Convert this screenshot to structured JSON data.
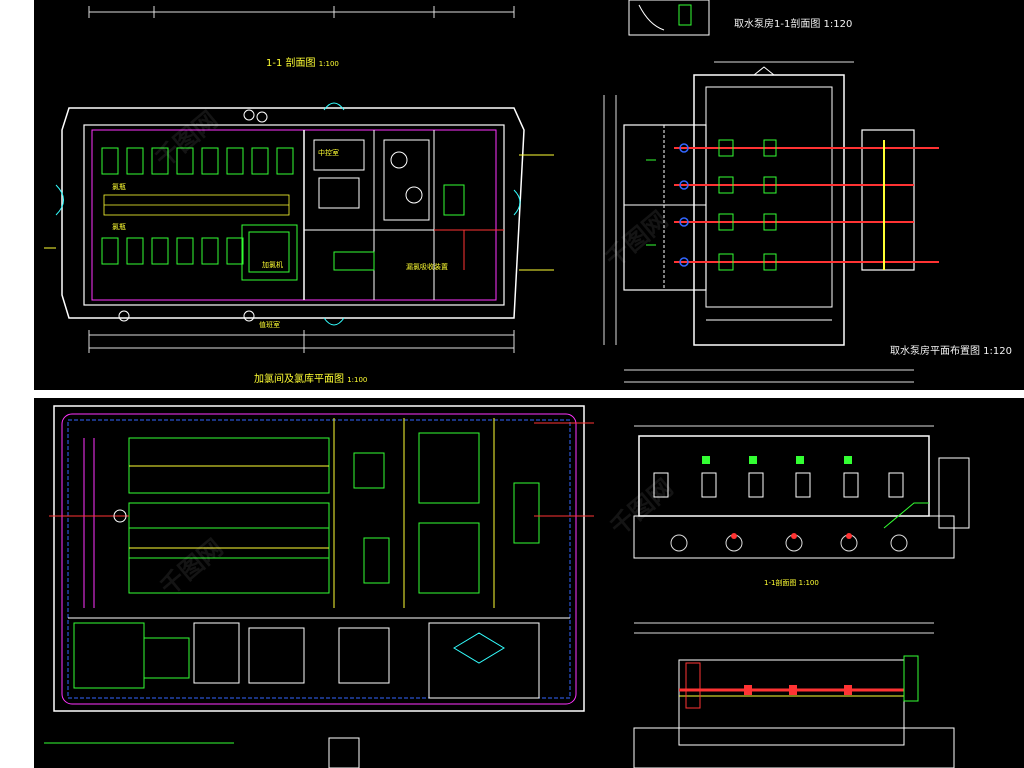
{
  "titles": {
    "section_1_1": "1-1 剖面图",
    "section_1_1_scale": "1:100",
    "chlorination_plan": "加氯间及氯库平面图",
    "chlorination_plan_scale": "1:100",
    "pump_section": "取水泵房1-1剖面图 1:120",
    "pump_plan": "取水泵房平面布置图 1:120",
    "pump_section_small": "1-1剖面图 1:100"
  },
  "labels": {
    "control_room": "中控室",
    "annotations": [
      "加氯机",
      "氯瓶",
      "氯瓶",
      "漏氯吸收装置",
      "值班室"
    ]
  },
  "watermark": "千图网",
  "colors": {
    "background": "#000000",
    "outline": "#ffffff",
    "equipment": "#33ff33",
    "annotation": "#ffff33",
    "pipe_magenta": "#ff33ff",
    "pipe_red": "#ff3333",
    "pipe_blue": "#3366ff",
    "cyan": "#33ffff"
  }
}
